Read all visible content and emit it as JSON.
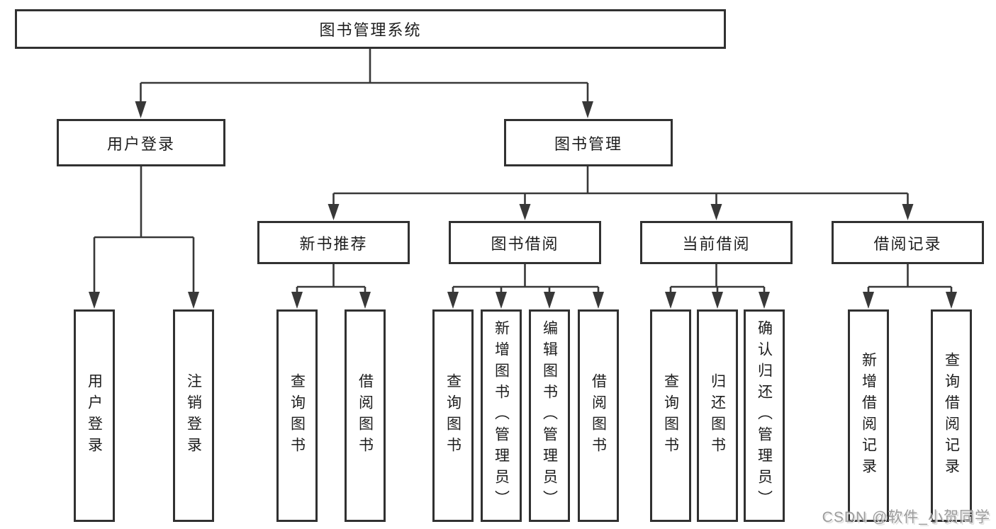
{
  "diagram": {
    "root": {
      "label": "图书管理系统"
    },
    "level2": [
      {
        "label": "用户登录"
      },
      {
        "label": "图书管理"
      }
    ],
    "level3": [
      {
        "label": "新书推荐"
      },
      {
        "label": "图书借阅"
      },
      {
        "label": "当前借阅"
      },
      {
        "label": "借阅记录"
      }
    ],
    "leaves": [
      {
        "label": "用户登录"
      },
      {
        "label": "注销登录"
      },
      {
        "label": "查询图书"
      },
      {
        "label": "借阅图书"
      },
      {
        "label": "查询图书"
      },
      {
        "label": "新增图书（管理员）"
      },
      {
        "label": "编辑图书（管理员）"
      },
      {
        "label": "借阅图书"
      },
      {
        "label": "查询图书"
      },
      {
        "label": "归还图书"
      },
      {
        "label": "确认归还（管理员）"
      },
      {
        "label": "新增借阅记录"
      },
      {
        "label": "查询借阅记录"
      }
    ]
  },
  "watermark": {
    "text": "CSDN @软件_小贺同学"
  },
  "colors": {
    "line": "#383838",
    "border": "#313131",
    "text": "#1d1d1d",
    "watermark": "#9c9c9c",
    "background": "#ffffff"
  }
}
